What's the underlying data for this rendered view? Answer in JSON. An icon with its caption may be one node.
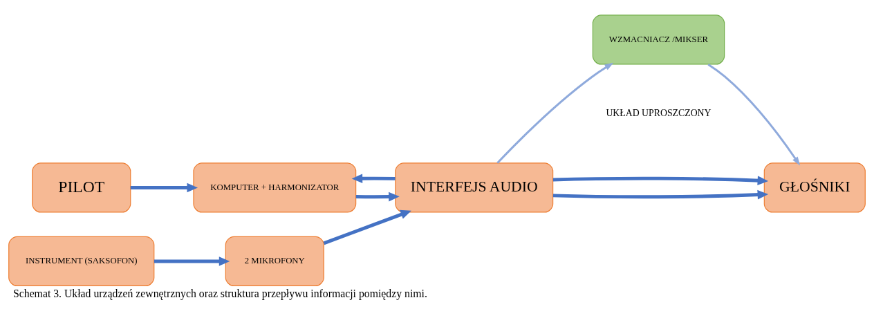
{
  "diagram": {
    "caption": "Schemat 3. Układ urządzeń zewnętrznych oraz struktura przepływu informacji pomiędzy nimi.",
    "nodes": [
      {
        "text": [
          "PILOT"
        ]
      },
      {
        "text": [
          "KOMPUTER + HARMONIZATOR"
        ]
      },
      {
        "text": [
          "INTERFEJS AUDIO"
        ]
      },
      {
        "text": [
          "WZMACNIACZ /MIKSER"
        ]
      },
      {
        "text": [
          "GŁOŚNIKI"
        ]
      },
      {
        "text": [
          "INSTRUMENT (SAKSOFON)"
        ]
      },
      {
        "text": [
          "2 MIKROFONY"
        ]
      }
    ],
    "edges": [
      {
        "from": 0,
        "to": 1,
        "arrow": "to"
      },
      {
        "from": 1,
        "to": 2,
        "arrow": "to"
      },
      {
        "from": 2,
        "to": 1,
        "arrow": "to"
      },
      {
        "from": 2,
        "to": 3,
        "arrow": "to",
        "color": "#8faadc"
      },
      {
        "from": 3,
        "to": 4,
        "arrow": "to",
        "color": "#8faadc"
      },
      {
        "from": 2,
        "to": 4,
        "arrow": "to"
      },
      {
        "from": 2,
        "to": 4,
        "arrow": "to"
      },
      {
        "from": 5,
        "to": 6,
        "arrow": "to"
      },
      {
        "from": 6,
        "to": 2,
        "arrow": "to"
      }
    ],
    "labels": [
      "UKŁAD UPROSZCZONY"
    ]
  }
}
